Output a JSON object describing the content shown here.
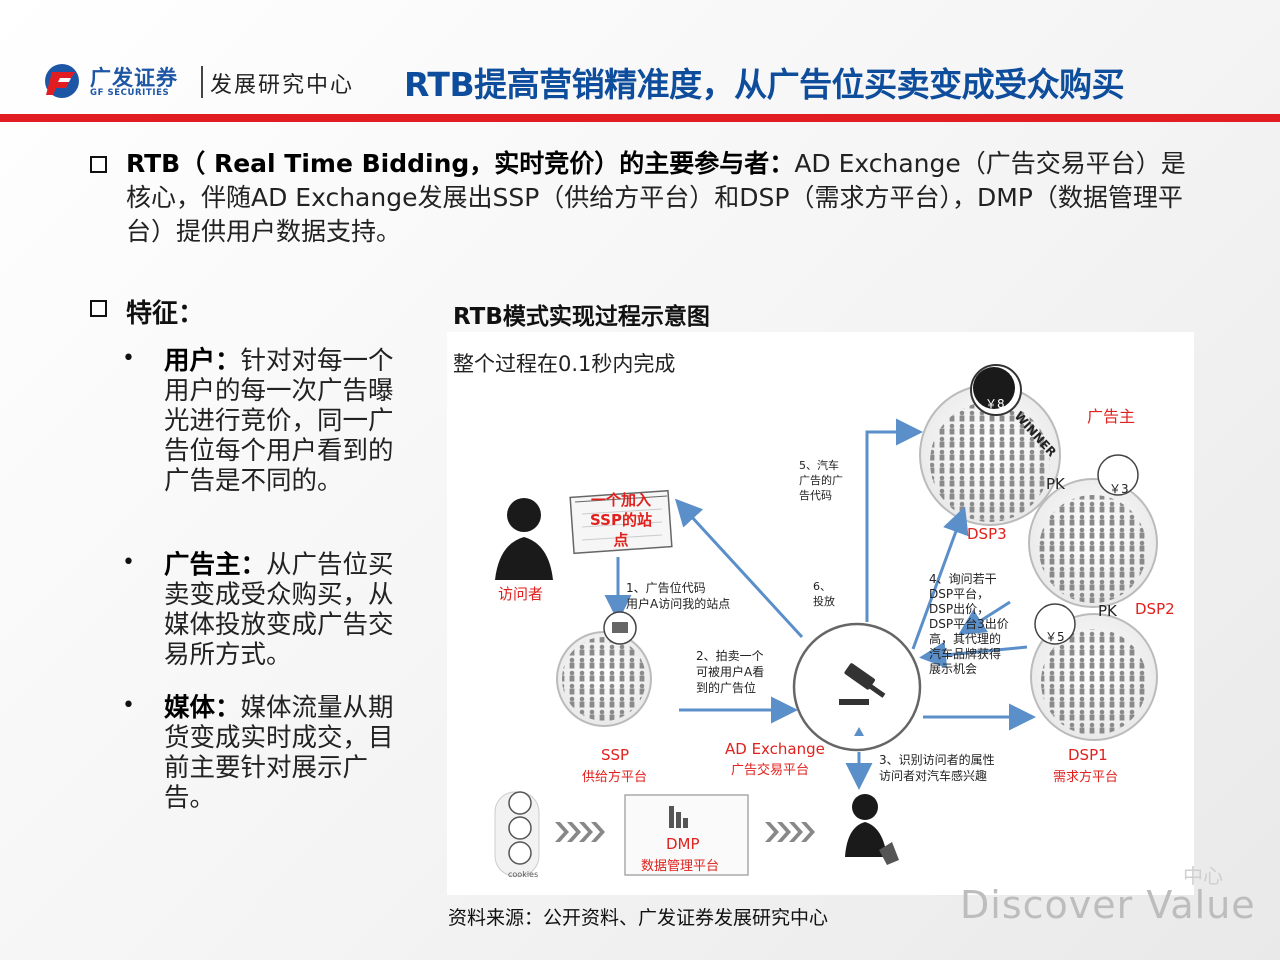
{
  "header": {
    "logo_cn": "广发证券",
    "logo_en": "GF SECURITIES",
    "logo_sub": "发展研究中心",
    "title": "RTB提高营销精准度，从广告位买卖变成受众购买"
  },
  "intro": {
    "bold": "RTB（ Real Time Bidding，实时竞价）的主要参与者：",
    "text": "AD Exchange（广告交易平台）是核心，伴随AD Exchange发展出SSP（供给方平台）和DSP（需求方平台），DMP（数据管理平台）提供用户数据支持。"
  },
  "features": {
    "heading": "特征：",
    "items": [
      {
        "bold": "用户：",
        "text": "针对对每一个用户的每一次广告曝光进行竞价，同一广告位每个用户看到的广告是不同的。"
      },
      {
        "bold": "广告主：",
        "text": "从广告位买卖变成受众购买，从媒体投放变成广告交易所方式。"
      },
      {
        "bold": "媒体：",
        "text": "媒体流量从期货变成实时成交，目前主要针对展示广告。"
      }
    ]
  },
  "diagram": {
    "title": "RTB模式实现过程示意图",
    "subtitle": "整个过程在0.1秒内完成",
    "site_label": "一个加入SSP的站点",
    "visitor": "访问者",
    "step1": "1、广告位代码\n用户A访问我的站点",
    "step2": "2、拍卖一个\n可被用户A看\n到的广告位",
    "step3": "3、识别访问者的属性\n访问者对汽车感兴趣",
    "step4": "4、询问若干\nDSP平台，\nDSP出价，\nDSP平台3出价\n高，其代理的\n汽车品牌获得\n展示机会",
    "step5": "5、汽车\n广告的广\n告代码",
    "step6": "6、\n投放",
    "ssp": "SSP",
    "ssp_cn": "供给方平台",
    "adx": "AD Exchange",
    "adx_cn": "广告交易平台",
    "dsp1": "DSP1",
    "dsp1_cn": "需求方平台",
    "dsp2": "DSP2",
    "dsp3": "DSP3",
    "advertiser": "广告主",
    "winner": "WINNER",
    "pk": "PK",
    "price8": "￥8",
    "price3": "￥3",
    "price5": "￥5",
    "dmp": "DMP",
    "dmp_cn": "数据管理平台",
    "cookies": "cookies"
  },
  "source": "资料来源：公开资料、广发证券发展研究中心",
  "watermark": "Discover Value",
  "watermark_cn": "中心",
  "colors": {
    "title_blue": "#0e4c9c",
    "accent_red": "#e21d22",
    "arrow_blue": "#5b8fc9"
  }
}
